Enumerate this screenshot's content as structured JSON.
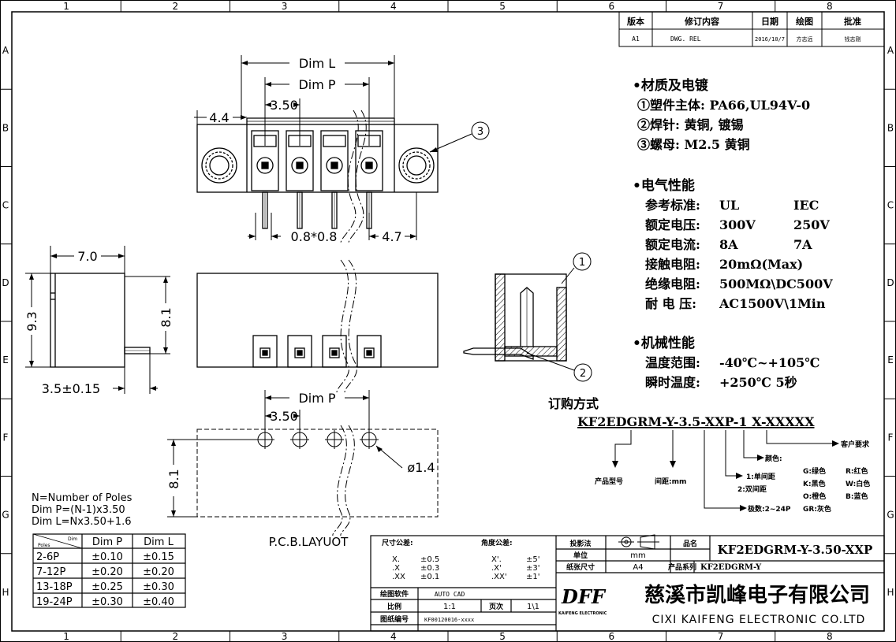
{
  "border": {
    "columns": [
      "1",
      "2",
      "3",
      "4",
      "5",
      "6",
      "7",
      "8"
    ],
    "rows": [
      "A",
      "B",
      "C",
      "D",
      "E",
      "F",
      "G",
      "H"
    ]
  },
  "revision": {
    "headers": [
      "版本",
      "修订内容",
      "日期",
      "绘图",
      "批准"
    ],
    "row": [
      "A1",
      "DWG. REL",
      "2016/10/7",
      "方志远",
      "钱志刚"
    ]
  },
  "materials": {
    "title": "•材质及电镀",
    "lines": [
      "①塑件主体: PA66,UL94V-0",
      "②焊针: 黄铜, 镀锡",
      "③螺母: M2.5  黄铜"
    ]
  },
  "electrical": {
    "title": "•电气性能",
    "rows": [
      [
        "参考标准:",
        "UL",
        "IEC"
      ],
      [
        "额定电压:",
        "300V",
        "250V"
      ],
      [
        "额定电流:",
        "8A",
        "7A"
      ],
      [
        "接触电阻:",
        "20mΩ(Max)",
        ""
      ],
      [
        "绝缘电阻:",
        "500MΩ\\DC500V",
        ""
      ],
      [
        "耐 电 压:",
        "AC1500V\\1Min",
        ""
      ]
    ]
  },
  "mechanical": {
    "title": "•机械性能",
    "rows": [
      [
        "温度范围:",
        "-40℃~+105℃"
      ],
      [
        "瞬时温度:",
        "+250℃ 5秒"
      ]
    ]
  },
  "ordering": {
    "title": "订购方式",
    "code": "KF2EDGRM-Y-3.5-XXP-1 X-XXXXX",
    "customer": "客户要求",
    "product_no": "产品型号",
    "pitch": "间距:mm",
    "pins": "极数:2~24P",
    "option1": "1:单间距",
    "option2": "2:双间距",
    "color_title": "颜色:",
    "colors": [
      "G:绿色",
      "R:红色",
      "K:黑色",
      "W:白色",
      "O:橙色",
      "B:蓝色",
      "GR:灰色"
    ]
  },
  "dims": {
    "dim_l": "Dim L",
    "dim_p": "Dim P",
    "pitch": "3.50",
    "left_off": "4.4",
    "pin": "0.8*0.8",
    "right_off": "4.7",
    "side_w": "7.0",
    "side_h": "9.3",
    "side_h2": "8.1",
    "side_pin": "3.5±0.15",
    "pcb_h": "8.1",
    "hole": "ø1.4",
    "pcb_label": "P.C.B.LAYUOT",
    "callout1": "1",
    "callout2": "2",
    "callout3": "3"
  },
  "notes": [
    "N=Number of Poles",
    "Dim P=(N-1)x3.50",
    "Dim L=Nx3.50+1.6"
  ],
  "tolerance_table": {
    "corner_top": "Dim",
    "corner_bottom": "Poles",
    "headers": [
      "Dim P",
      "Dim L"
    ],
    "rows": [
      [
        "2-6P",
        "±0.10",
        "±0.15"
      ],
      [
        "7-12P",
        "±0.20",
        "±0.20"
      ],
      [
        "13-18P",
        "±0.25",
        "±0.30"
      ],
      [
        "19-24P",
        "±0.30",
        "±0.40"
      ]
    ]
  },
  "title_block": {
    "size_tol": "尺寸公差:",
    "angle_tol": "角度公差:",
    "size_rows": [
      [
        "X.",
        "±0.5"
      ],
      [
        ".X",
        "±0.3"
      ],
      [
        ".XX",
        "±0.1"
      ]
    ],
    "angle_rows": [
      [
        "X'.",
        "±5'"
      ],
      [
        ".X'",
        "±3'"
      ],
      [
        ".XX'",
        "±1'"
      ]
    ],
    "software_label": "绘图软件",
    "software": "AUTO CAD",
    "scale_label": "比例",
    "scale": "1:1",
    "page_label": "页次",
    "page": "1\\1",
    "drawing_no_label": "图纸编号",
    "drawing_no": "KF00120016-xxxx",
    "projection_label": "投影法",
    "unit_label": "单位",
    "unit": "mm",
    "paper_label": "纸张尺寸",
    "paper": "A4",
    "name_label": "品名",
    "name": "KF2EDGRM-Y-3.50-XXP",
    "series_label": "产品系列",
    "series": "KF2EDGRM-Y",
    "logo": "DFF",
    "logo_sub": "KAIFENG ELECTRONIC",
    "company_cn": "慈溪市凯峰电子有限公司",
    "company_en": "CIXI KAIFENG ELECTRONIC CO.LTD"
  }
}
